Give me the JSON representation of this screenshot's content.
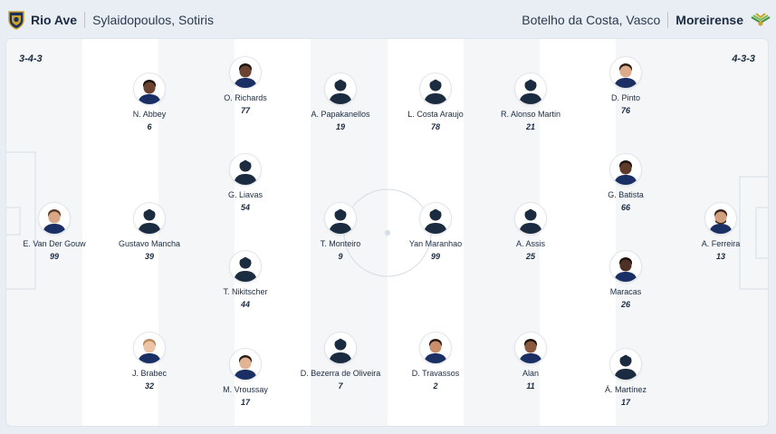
{
  "header": {
    "home": {
      "team": "Rio Ave",
      "coach": "Sylaidopoulos, Sotiris",
      "crest": "rio-ave-crest-icon"
    },
    "away": {
      "team": "Moreirense",
      "coach": "Botelho da Costa, Vasco",
      "crest": "moreirense-crest-icon"
    }
  },
  "formations": {
    "home": "3-4-3",
    "away": "4-3-3"
  },
  "players": [
    {
      "name": "E. Van Der Gouw",
      "number": "99",
      "avatar": "photo"
    },
    {
      "name": "N. Abbey",
      "number": "6",
      "avatar": "photo"
    },
    {
      "name": "Gustavo Mancha",
      "number": "39",
      "avatar": "silhouette"
    },
    {
      "name": "J. Brabec",
      "number": "32",
      "avatar": "photo"
    },
    {
      "name": "O. Richards",
      "number": "77",
      "avatar": "photo"
    },
    {
      "name": "G. Liavas",
      "number": "54",
      "avatar": "silhouette"
    },
    {
      "name": "T. Nikitscher",
      "number": "44",
      "avatar": "silhouette"
    },
    {
      "name": "M. Vroussay",
      "number": "17",
      "avatar": "photo"
    },
    {
      "name": "A. Papakanellos",
      "number": "19",
      "avatar": "silhouette"
    },
    {
      "name": "T. Monteiro",
      "number": "9",
      "avatar": "silhouette"
    },
    {
      "name": "D. Bezerra de Oliveira",
      "number": "7",
      "avatar": "silhouette"
    },
    {
      "name": "L. Costa Araujo",
      "number": "78",
      "avatar": "silhouette"
    },
    {
      "name": "Yan Maranhao",
      "number": "99",
      "avatar": "silhouette"
    },
    {
      "name": "D. Travassos",
      "number": "2",
      "avatar": "photo"
    },
    {
      "name": "R. Alonso Martin",
      "number": "21",
      "avatar": "silhouette"
    },
    {
      "name": "A. Assis",
      "number": "25",
      "avatar": "silhouette"
    },
    {
      "name": "Alan",
      "number": "11",
      "avatar": "photo"
    },
    {
      "name": "D. Pinto",
      "number": "76",
      "avatar": "photo"
    },
    {
      "name": "G. Batista",
      "number": "66",
      "avatar": "photo"
    },
    {
      "name": "Maracas",
      "number": "26",
      "avatar": "photo"
    },
    {
      "name": "Á. Martínez",
      "number": "17",
      "avatar": "silhouette"
    },
    {
      "name": "A. Ferreira",
      "number": "13",
      "avatar": "photo"
    }
  ]
}
